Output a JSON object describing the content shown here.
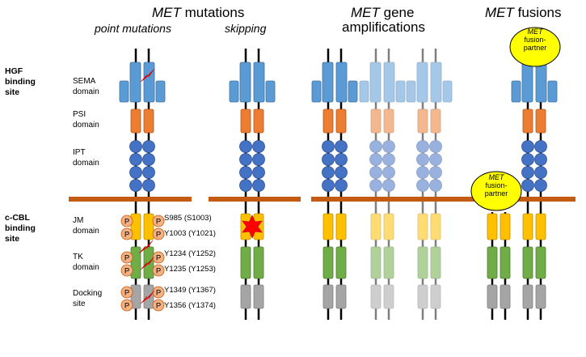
{
  "headers": {
    "mutations_gene": "MET",
    "mutations_rest": " mutations",
    "amplifications_gene": "MET",
    "amplifications_rest": " gene",
    "amplifications_line2": "amplifications",
    "fusions_gene": "MET",
    "fusions_rest": " fusions"
  },
  "subheaders": {
    "point_mutations": "point mutations",
    "skipping": "skipping"
  },
  "side_labels": {
    "hgf_line1": "HGF",
    "hgf_line2": "binding",
    "hgf_line3": "site",
    "ccbl_line1": "c-CBL",
    "ccbl_line2": "binding",
    "ccbl_line3": "site"
  },
  "domain_labels": {
    "sema_line1": "SEMA",
    "sema_line2": "domain",
    "psi_line1": "PSI",
    "psi_line2": "domain",
    "ipt_line1": "IPT",
    "ipt_line2": "domain",
    "jm_line1": "JM",
    "jm_line2": "domain",
    "tk_line1": "TK",
    "tk_line2": "domain",
    "docking_line1": "Docking",
    "docking_line2": "site"
  },
  "phospho_sites": [
    "S985 (S1003)",
    "Y1003 (Y1021)",
    "Y1234 (Y1252)",
    "Y1235 (Y1253)",
    "Y1349 (Y1367)",
    "Y1356 (Y1374)"
  ],
  "phospho_letter": "P",
  "fusion_partner": {
    "line1": "MET",
    "line2": "fusion-",
    "line3": "partner"
  },
  "colors": {
    "membrane": "#c55a11",
    "sema": "#5b9bd5",
    "psi": "#ed7d31",
    "ipt": "#4472c4",
    "jm": "#ffc000",
    "tk": "#70ad47",
    "docking": "#a5a5a5",
    "phospho": "#f4b183",
    "fusion_partner": "#ffff00",
    "mutation_bolt": "#ff0000"
  }
}
